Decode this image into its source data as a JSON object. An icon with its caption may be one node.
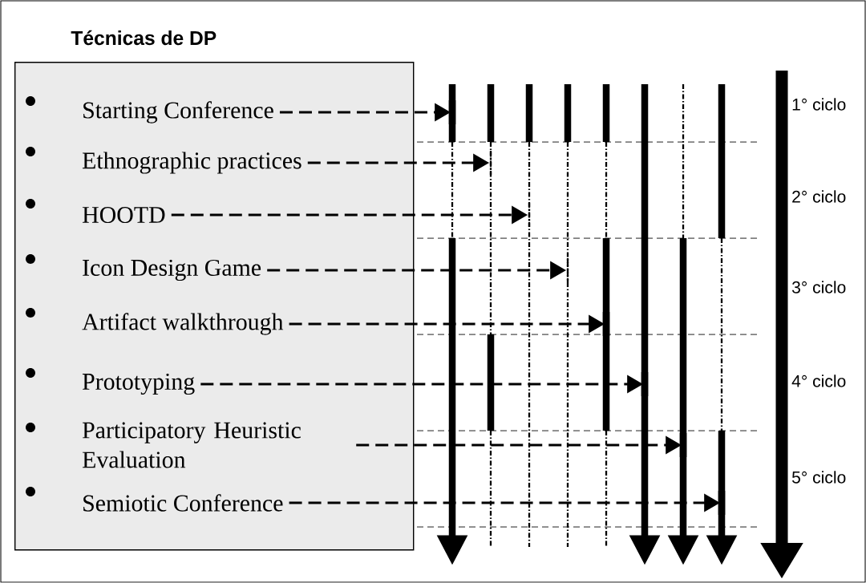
{
  "diagram": {
    "nodes": [
      {
        "text": [
          "Técnicas de DP"
        ]
      },
      {
        "text": [
          "Starting Conference"
        ],
        "in": 0
      },
      {
        "text": [
          "Ethnographic practices"
        ],
        "in": 0
      },
      {
        "text": [
          "HOOTD"
        ],
        "in": 0
      },
      {
        "text": [
          "Icon Design Game"
        ],
        "in": 0
      },
      {
        "text": [
          "Artifact walkthrough"
        ],
        "in": 0
      },
      {
        "text": [
          "Prototyping"
        ],
        "in": 0
      },
      {
        "text": [
          "Participatory Heuristic Evaluation"
        ],
        "in": 0
      },
      {
        "text": [
          "Semiotic Conference"
        ],
        "in": 0
      },
      {
        "text": [],
        "shape": "bar"
      },
      {
        "text": [],
        "shape": "bar"
      },
      {
        "text": [],
        "shape": "bar"
      },
      {
        "text": [],
        "shape": "bar"
      },
      {
        "text": [],
        "shape": "bar"
      },
      {
        "text": [],
        "shape": "bar"
      },
      {
        "text": [],
        "shape": "bar"
      },
      {
        "text": [],
        "shape": "bar"
      }
    ],
    "edges": [
      {
        "from": 1,
        "to": 9,
        "arrow": "to",
        "style": "dashed"
      },
      {
        "from": 2,
        "to": 10,
        "arrow": "to",
        "style": "dashed"
      },
      {
        "from": 3,
        "to": 11,
        "arrow": "to",
        "style": "dashed"
      },
      {
        "from": 4,
        "to": 12,
        "arrow": "to",
        "style": "dashed"
      },
      {
        "from": 5,
        "to": 13,
        "arrow": "to",
        "style": "dashed"
      },
      {
        "from": 6,
        "to": 14,
        "arrow": "to",
        "style": "dashed"
      },
      {
        "from": 7,
        "to": 15,
        "arrow": "to",
        "style": "dashed"
      },
      {
        "from": 8,
        "to": 16,
        "arrow": "to",
        "style": "dashed"
      }
    ],
    "labels": [
      "1° ciclo",
      "2° ciclo",
      "3° ciclo",
      "4° ciclo",
      "5° ciclo"
    ]
  }
}
